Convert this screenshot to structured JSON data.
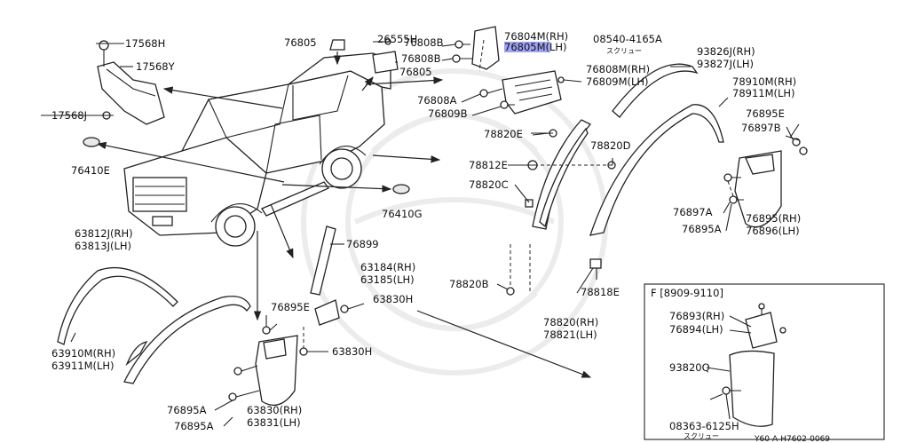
{
  "diagram_code": "Y60-A-H7602-0069",
  "inset": {
    "title": "F [8909-9110]",
    "labels": [
      "76893(RH)",
      "76894(LH)",
      "93820Q",
      "08363-6125H"
    ],
    "screw_note": "スクリュー"
  },
  "labels": {
    "l17568H": "17568H",
    "l17568Y": "17568Y",
    "l17568J": "17568J",
    "l76410E": "76410E",
    "l76410G": "76410G",
    "l76805a": "76805",
    "l76805b": "76805",
    "l26555H": "26555H",
    "l76808B1": "76808B",
    "l76808B2": "76808B",
    "l76804M": "76804M(RH)",
    "l76805M": "76805M(LH)",
    "l08540": "08540-4165A",
    "screw_note": "スクリュー",
    "l76808M": "76808M(RH)",
    "l76809M": "76809M(LH)",
    "l76808A": "76808A",
    "l76809B": "76809B",
    "l93826J": "93826J(RH)",
    "l93827J": "93827J(LH)",
    "l78910M": "78910M(RH)",
    "l78911M": "78911M(LH)",
    "l76895E1": "76895E",
    "l76897B": "76897B",
    "l78820E": "78820E",
    "l78820D": "78820D",
    "l78812E": "78812E",
    "l78820C": "78820C",
    "l76897A": "76897A",
    "l76895A1": "76895A",
    "l76895RH": "76895(RH)",
    "l76896LH": "76896(LH)",
    "l63812J": "63812J(RH)",
    "l63813J": "63813J(LH)",
    "l76899": "76899",
    "l63184": "63184(RH)",
    "l63185": "63185(LH)",
    "l63830H1": "63830H",
    "l76895E2": "76895E",
    "l63830H2": "63830H",
    "l78820B": "78820B",
    "l78818E": "78818E",
    "l78820RH": "78820(RH)",
    "l78821LH": "78821(LH)",
    "l63910M": "63910M(RH)",
    "l63911M": "63911M(LH)",
    "l76895A2": "76895A",
    "l76895A3": "76895A",
    "l63830RH": "63830(RH)",
    "l63831LH": "63831(LH)"
  },
  "highlighted_part": "76805M(LH)"
}
